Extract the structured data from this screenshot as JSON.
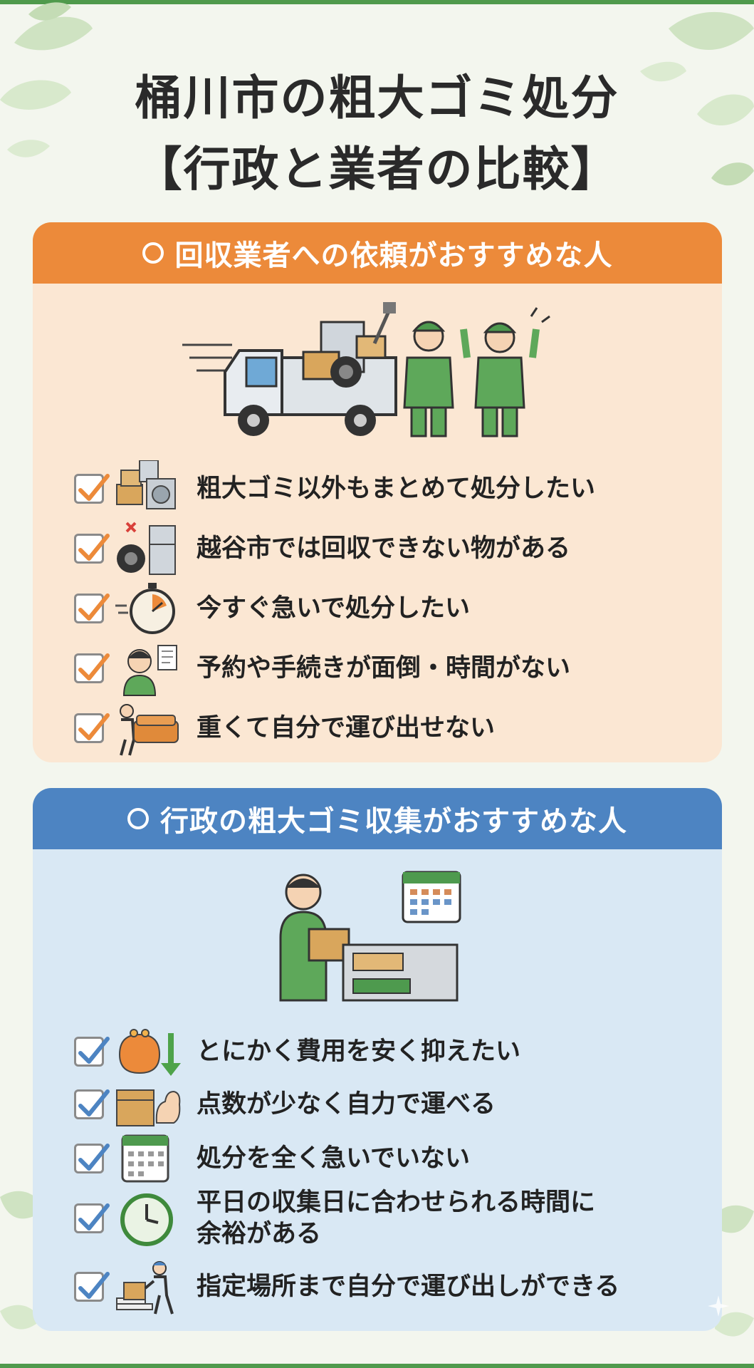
{
  "title": {
    "line1": "桶川市の粗大ゴミ処分",
    "line2": "【行政と業者の比較】"
  },
  "section_vendor": {
    "heading": "回収業者への依頼がおすすめな人",
    "items": [
      {
        "text": "粗大ゴミ以外もまとめて処分したい",
        "icon": "appliances-boxes-icon"
      },
      {
        "text": "越谷市では回収できない物がある",
        "icon": "tire-fridge-icon"
      },
      {
        "text": "今すぐ急いで処分したい",
        "icon": "stopwatch-icon"
      },
      {
        "text": "予約や手続きが面倒・時間がない",
        "icon": "worried-person-icon"
      },
      {
        "text": "重くて自分で運び出せない",
        "icon": "heavy-sofa-icon"
      }
    ],
    "accent": "#ec8a3a"
  },
  "section_gov": {
    "heading": "行政の粗大ゴミ収集がおすすめな人",
    "items": [
      {
        "text": "とにかく費用を安く抑えたい",
        "icon": "wallet-down-icon"
      },
      {
        "text": "点数が少なく自力で運べる",
        "icon": "box-muscle-icon"
      },
      {
        "text": "処分を全く急いでいない",
        "icon": "calendar-icon"
      },
      {
        "text": "平日の収集日に合わせられる時間に余裕がある",
        "line1": "平日の収集日に合わせられる時間に",
        "line2": "余裕がある",
        "icon": "clock-icon"
      },
      {
        "text": "指定場所まで自分で運び出しができる",
        "icon": "person-carrying-box-icon"
      }
    ],
    "accent": "#4d84c2"
  }
}
